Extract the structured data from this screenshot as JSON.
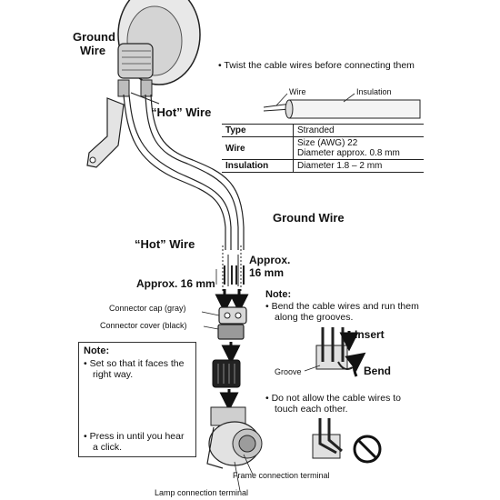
{
  "labels": {
    "ground_wire_top_1": "Ground",
    "ground_wire_top_2": "Wire",
    "hot_wire_top": "“Hot” Wire",
    "ground_wire_mid": "Ground Wire",
    "hot_wire_mid": "“Hot” Wire",
    "approx_right_1": "Approx.",
    "approx_right_2": "16 mm",
    "approx_left": "Approx. 16 mm",
    "connector_cap": "Connector cap (gray)",
    "connector_cover": "Connector cover (black)",
    "frame_terminal": "Frame connection terminal",
    "lamp_terminal": "Lamp connection terminal"
  },
  "twist_note": "•  Twist the cable wires before connecting them",
  "cable_callouts": {
    "wire": "Wire",
    "insulation": "Insulation"
  },
  "spec_table": [
    {
      "key": "Type",
      "value_lines": [
        "Stranded"
      ]
    },
    {
      "key": "Wire",
      "value_lines": [
        "Size (AWG) 22",
        "Diameter approx. 0.8 mm"
      ]
    },
    {
      "key": "Insulation",
      "value_lines": [
        "Diameter 1.8 – 2 mm"
      ]
    }
  ],
  "right_note": {
    "title": "Note:",
    "line1": "•  Bend the cable wires and run them",
    "line2": "along the grooves.",
    "insert": "Insert",
    "bend": "Bend",
    "groove": "Groove",
    "line3": "•  Do not allow the cable wires to",
    "line4": "touch each other."
  },
  "left_note": {
    "title": "Note:",
    "line1": "•  Set so that it faces the",
    "line2": "right way.",
    "line3": "•  Press in until you hear",
    "line4": "a click."
  },
  "icons": [
    "prohibited-icon",
    "prohibited-icon",
    "down-arrow-icon",
    "curved-arrow-icon"
  ]
}
